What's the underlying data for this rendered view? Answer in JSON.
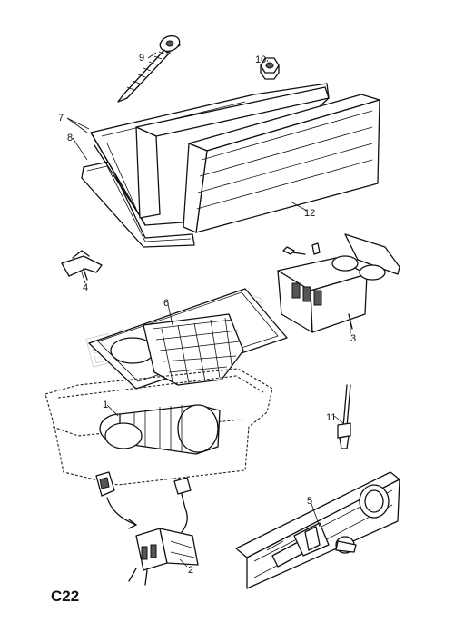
{
  "page_code": "C22",
  "watermark": {
    "text": "ELCATS",
    "year": "2016"
  },
  "callouts": {
    "part_1": "1",
    "part_2": "2",
    "part_3": "3",
    "part_4": "4",
    "part_5": "5",
    "part_6": "6",
    "part_7": "7",
    "part_8": "8",
    "part_9": "9",
    "part_10": "10",
    "part_11": "11",
    "part_12": "12"
  }
}
